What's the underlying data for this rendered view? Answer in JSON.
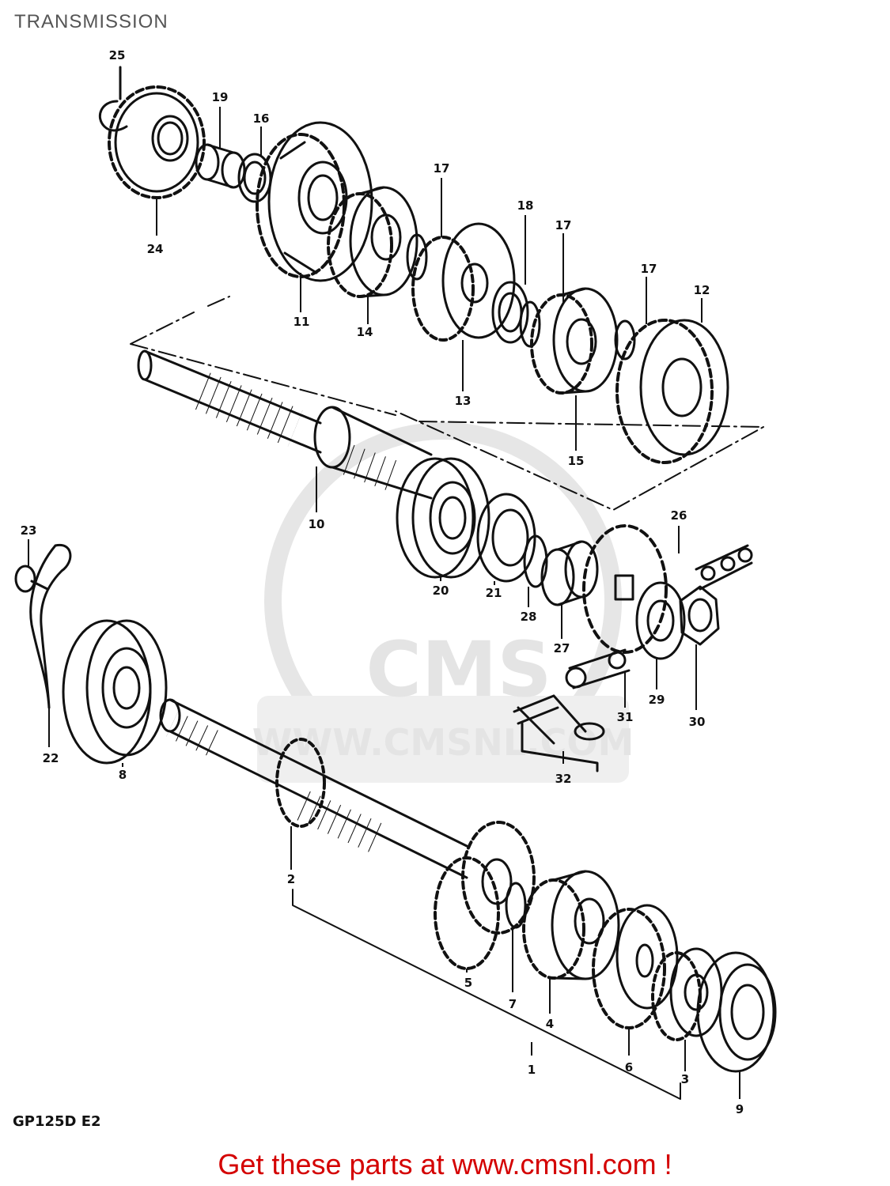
{
  "title": "TRANSMISSION",
  "model_code": "GP125D E2",
  "watermark": {
    "brand": "CMS",
    "url": "WWW.CMSNL.COM"
  },
  "footer": {
    "text": "Get these parts at www.cmsnl.com !"
  },
  "colors": {
    "ink": "#111111",
    "footer": "#d40000",
    "title": "#555555",
    "watermark": "#e4e4e4"
  },
  "callouts": {
    "c1": "1",
    "c2": "2",
    "c3": "3",
    "c4": "4",
    "c5": "5",
    "c6": "6",
    "c7": "7",
    "c8": "8",
    "c9": "9",
    "c10": "10",
    "c11": "11",
    "c12": "12",
    "c13": "13",
    "c14": "14",
    "c15": "15",
    "c16": "16",
    "c17": "17",
    "c18": "18",
    "c19": "19",
    "c20": "20",
    "c21": "21",
    "c22": "22",
    "c23": "23",
    "c24": "24",
    "c25": "25",
    "c26": "26",
    "c27": "27",
    "c28": "28",
    "c29": "29",
    "c30": "30",
    "c31": "31",
    "c32": "32"
  }
}
